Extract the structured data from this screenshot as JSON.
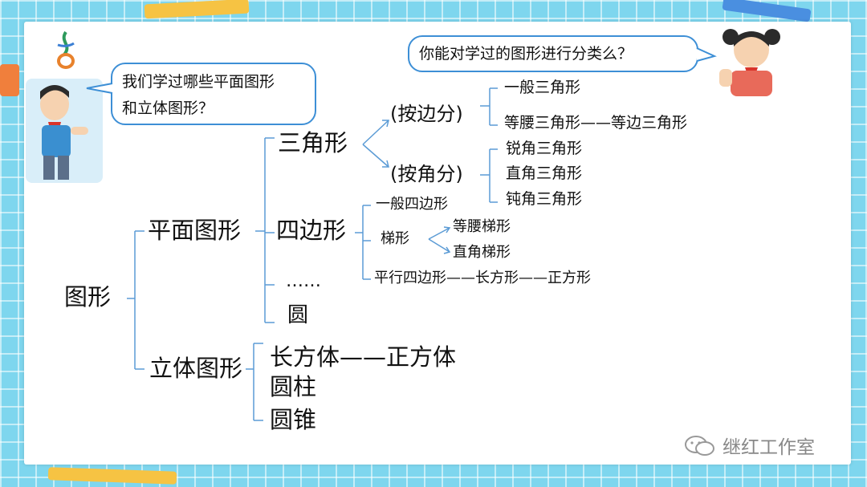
{
  "bubbles": {
    "boy_line1": "我们学过哪些平面图形",
    "boy_line2": "和立体图形？",
    "girl": "你能对学过的图形进行分类么？"
  },
  "tree": {
    "root": "图形",
    "plane": "平面图形",
    "solid": "立体图形",
    "triangle": "三角形",
    "by_side": "(按边分)",
    "by_angle": "(按角分)",
    "general_triangle": "一般三角形",
    "isosceles_equilateral": "等腰三角形——等边三角形",
    "acute": "锐角三角形",
    "right": "直角三角形",
    "obtuse": "钝角三角形",
    "quadrilateral": "四边形",
    "general_quad": "一般四边形",
    "trapezoid": "梯形",
    "isosceles_trapezoid": "等腰梯形",
    "right_trapezoid": "直角梯形",
    "parallelogram_chain": "平行四边形——长方形——正方形",
    "ellipsis": "……",
    "circle": "圆",
    "cuboid_cube": "长方体——正方体",
    "cylinder": "圆柱",
    "cone": "圆锥"
  },
  "watermark": "继红工作室",
  "colors": {
    "line": "#5b9bd5",
    "bubble_border": "#3d8fd6",
    "background": "#7ed6ee"
  }
}
